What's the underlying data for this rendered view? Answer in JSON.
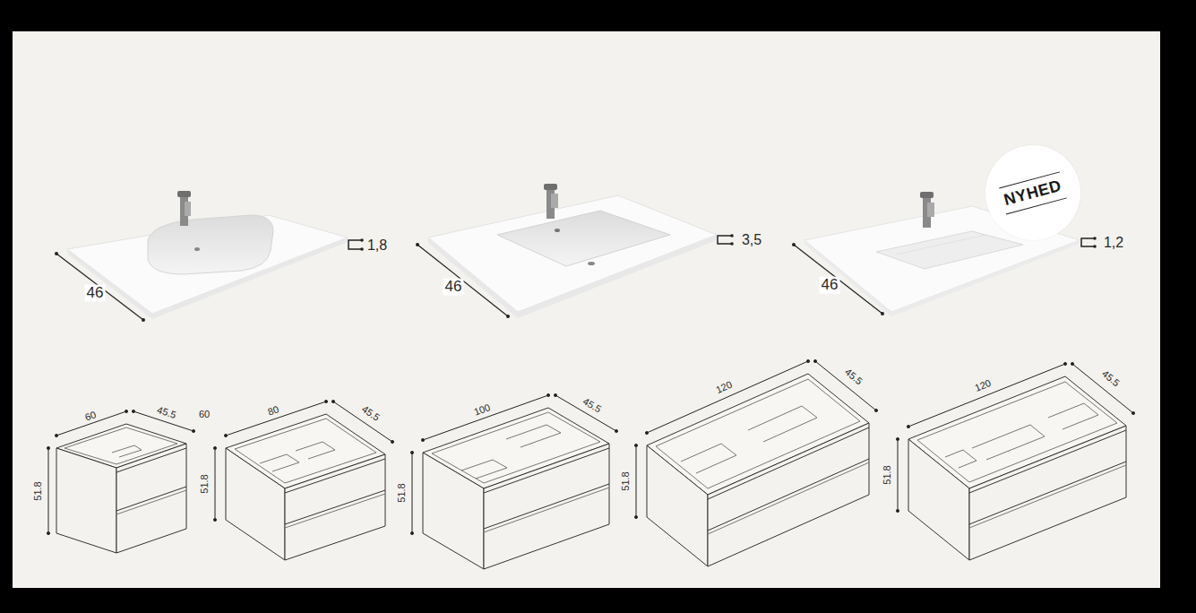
{
  "diagram": {
    "nodes": [
      {
        "text": [
          "NYHED"
        ]
      }
    ],
    "labels": [
      "46",
      "1,8",
      "46",
      "3,5",
      "46",
      "1,2",
      "60",
      "45.5",
      "60",
      "51.8",
      "80",
      "45.5",
      "51.8",
      "100",
      "45.5",
      "51.8",
      "120",
      "45.5",
      "51.8",
      "120",
      "45.5",
      "51.8"
    ]
  }
}
